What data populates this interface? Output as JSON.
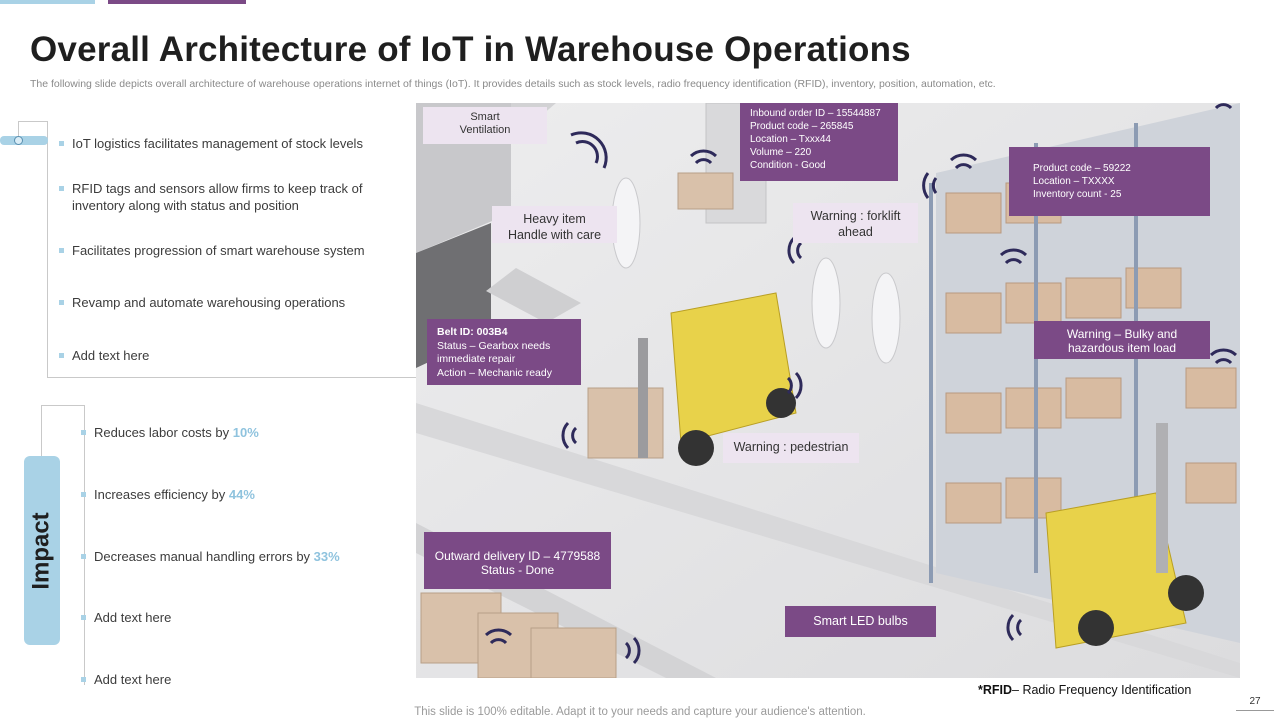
{
  "title": "Overall Architecture of IoT in Warehouse Operations",
  "subtitle": "The following slide depicts overall architecture of warehouse operations internet of things (IoT). It provides details such as stock levels, radio frequency identification (RFID), inventory, position, automation, etc.",
  "bullets": [
    "IoT logistics facilitates management of stock levels",
    "RFID tags and sensors allow firms to keep track of inventory along with status and position",
    "Facilitates progression of smart warehouse system",
    "Revamp and automate warehousing operations",
    "Add text here"
  ],
  "impact": {
    "label": "Impact",
    "items": [
      {
        "text": "Reduces labor costs by ",
        "pct": "10%"
      },
      {
        "text": "Increases efficiency by ",
        "pct": "44%"
      },
      {
        "text": "Decreases manual handling errors by ",
        "pct": "33%"
      },
      {
        "text": "Add text here",
        "pct": ""
      },
      {
        "text": "Add text here",
        "pct": ""
      }
    ]
  },
  "callouts": {
    "smart_ventilation": "Smart\nVentilation",
    "inbound": "Inbound order ID – 15544887\nProduct code – 265845\nLocation – Txxx44\nVolume – 220\nCondition - Good",
    "product_code": "Product code – 59222\nLocation – TXXXX\nInventory count - 25",
    "heavy_item": "Heavy item\nHandle with care",
    "warning_forklift": "Warning : forklift\nahead",
    "belt_title": "Belt ID: 003B4",
    "belt_body": "Status – Gearbox needs\nimmediate repair\nAction – Mechanic ready",
    "warning_bulky": "Warning – Bulky and\nhazardous item load",
    "warning_pedestrian": "Warning : pedestrian",
    "outward": "Outward delivery ID – 4779588\nStatus - Done",
    "smart_led": "Smart LED bulbs"
  },
  "footnote": {
    "bold": "*RFID",
    "rest": "– Radio Frequency Identification"
  },
  "page_number": "27",
  "footer": "This slide is 100% editable. Adapt it to your needs and capture your audience's attention.",
  "colors": {
    "accent_blue": "#a9d2e6",
    "accent_purple": "#7b4a86",
    "light_purple": "#ede4f0",
    "percent": "#8fc3de"
  }
}
